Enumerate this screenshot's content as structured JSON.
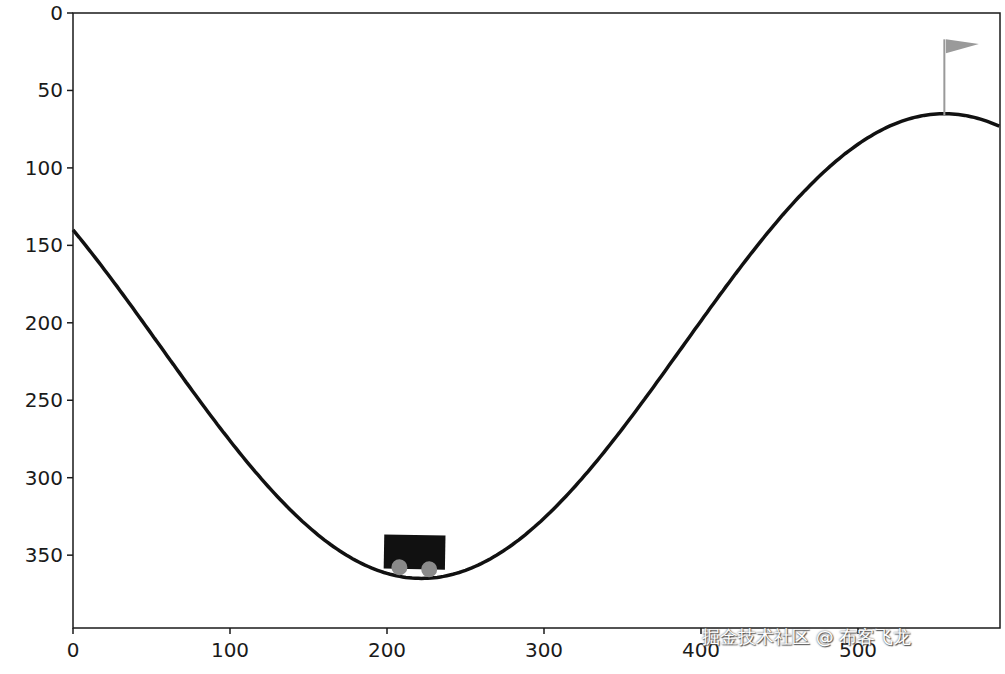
{
  "diagram": {
    "labels": [
      "0",
      "50",
      "100",
      "150",
      "200",
      "250",
      "300",
      "350",
      "0",
      "100",
      "200",
      "300",
      "400",
      "500",
      "掘金技术社区 @ 布客飞龙"
    ]
  }
}
